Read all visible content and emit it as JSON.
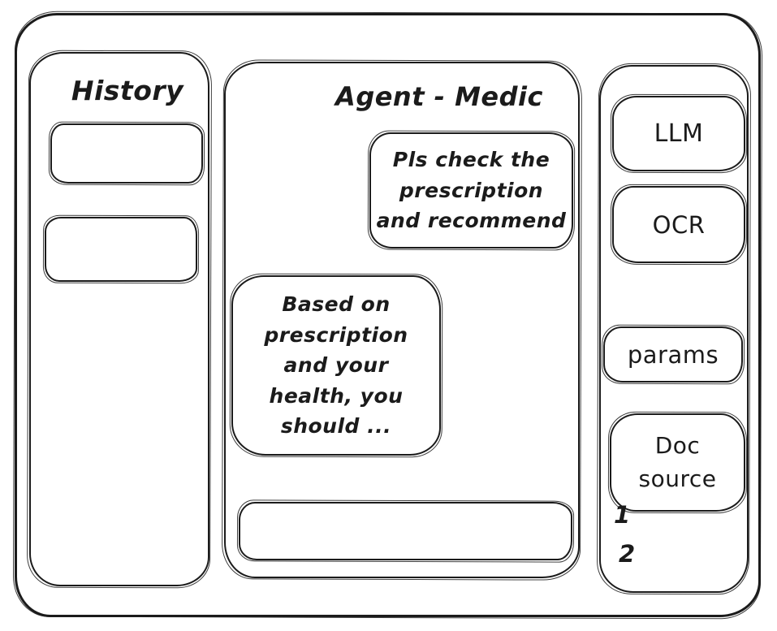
{
  "app": {
    "background": "#ffffff",
    "ink_color": "#1b1b1b"
  },
  "sidebar": {
    "title": "History",
    "items": [
      {
        "label": ""
      },
      {
        "label": ""
      }
    ]
  },
  "chat": {
    "title": "Agent - Medic",
    "messages": [
      {
        "role": "user",
        "text": "Pls check the\nprescription\nand recommend"
      },
      {
        "role": "assistant",
        "text": "Based on\nprescription\nand your\nhealth, you\nshould ..."
      }
    ],
    "input": {
      "value": "",
      "placeholder": ""
    }
  },
  "tools": {
    "buttons": [
      {
        "label": "LLM"
      },
      {
        "label": "OCR"
      },
      {
        "label": "params"
      },
      {
        "label": "Doc\nsource"
      }
    ],
    "doc_list": [
      "1",
      "2"
    ]
  }
}
